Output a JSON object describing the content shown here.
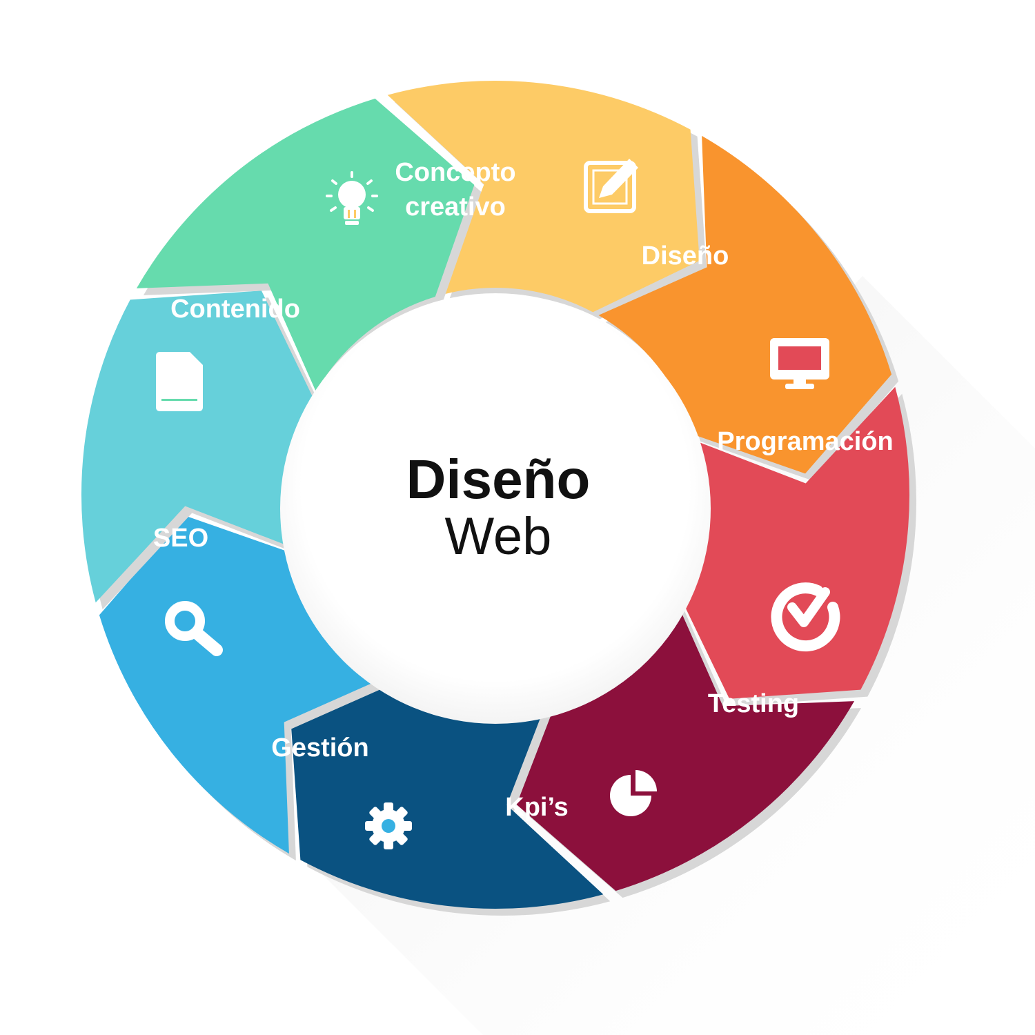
{
  "center": {
    "title": "Diseño",
    "subtitle": "Web"
  },
  "segments": [
    {
      "id": "concepto",
      "label_lines": [
        "Concepto",
        "creativo"
      ],
      "color": "#FDCB66",
      "icon": "lightbulb-icon"
    },
    {
      "id": "diseno",
      "label_lines": [
        "Diseño"
      ],
      "color": "#F9942E",
      "icon": "edit-pencil-icon"
    },
    {
      "id": "programacion",
      "label_lines": [
        "Programación"
      ],
      "color": "#E24A57",
      "icon": "monitor-icon"
    },
    {
      "id": "testing",
      "label_lines": [
        "Testing"
      ],
      "color": "#8C103C",
      "icon": "check-circle-icon"
    },
    {
      "id": "kpis",
      "label_lines": [
        "Kpi’s"
      ],
      "color": "#0A5281",
      "icon": "pie-chart-icon"
    },
    {
      "id": "gestion",
      "label_lines": [
        "Gestión"
      ],
      "color": "#36B0E2",
      "icon": "gear-icon"
    },
    {
      "id": "seo",
      "label_lines": [
        "SEO"
      ],
      "color": "#66D0DA",
      "icon": "search-icon"
    },
    {
      "id": "contenido",
      "label_lines": [
        "Contenido"
      ],
      "color": "#66DBAD",
      "icon": "document-icon"
    }
  ]
}
